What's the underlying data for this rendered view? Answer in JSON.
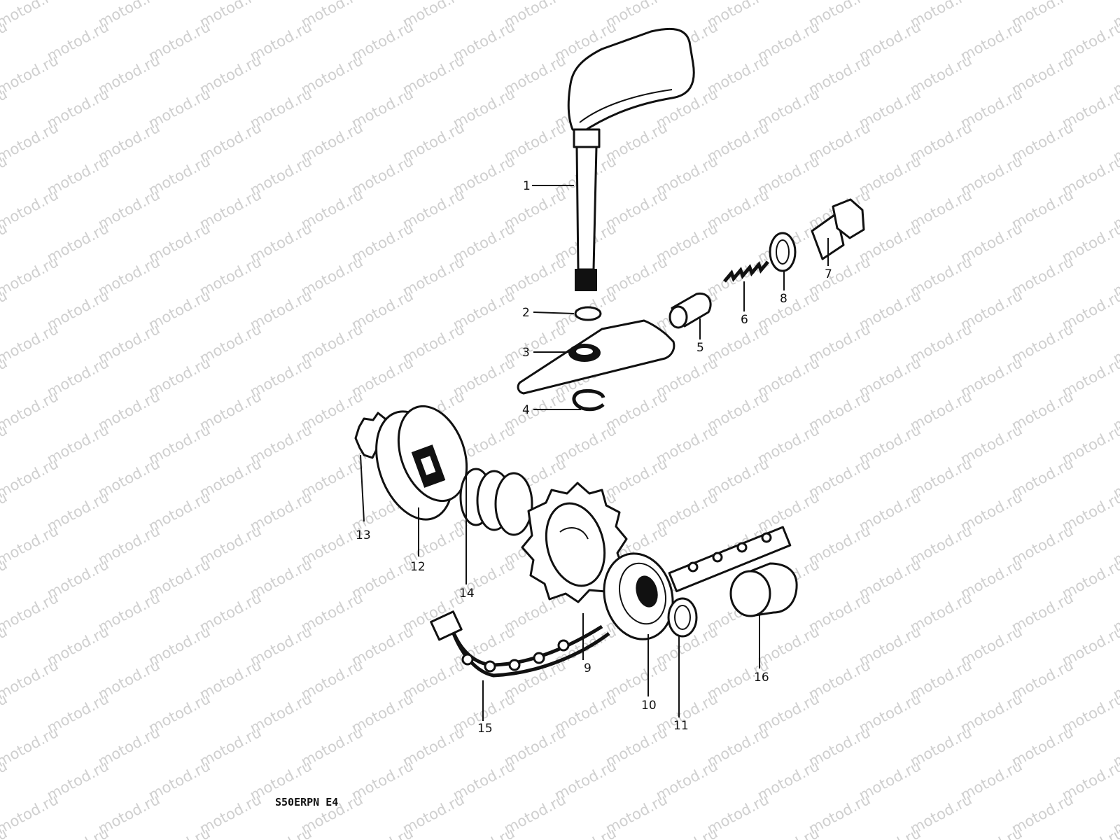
{
  "watermark": {
    "text": "motod.ru"
  },
  "diagram_code": "S50ERPN E4",
  "callouts": [
    "1",
    "2",
    "3",
    "4",
    "5",
    "6",
    "7",
    "8",
    "9",
    "10",
    "11",
    "12",
    "13",
    "14",
    "15",
    "16"
  ],
  "icons": [
    "kick-starter-lever",
    "shaft-ring",
    "stopper-plate",
    "circlip",
    "cap",
    "spring",
    "bolt",
    "washer",
    "sprocket",
    "bearing",
    "oil-seal",
    "clutch-hub",
    "nut",
    "coil-spring",
    "drive-chain",
    "collar"
  ]
}
